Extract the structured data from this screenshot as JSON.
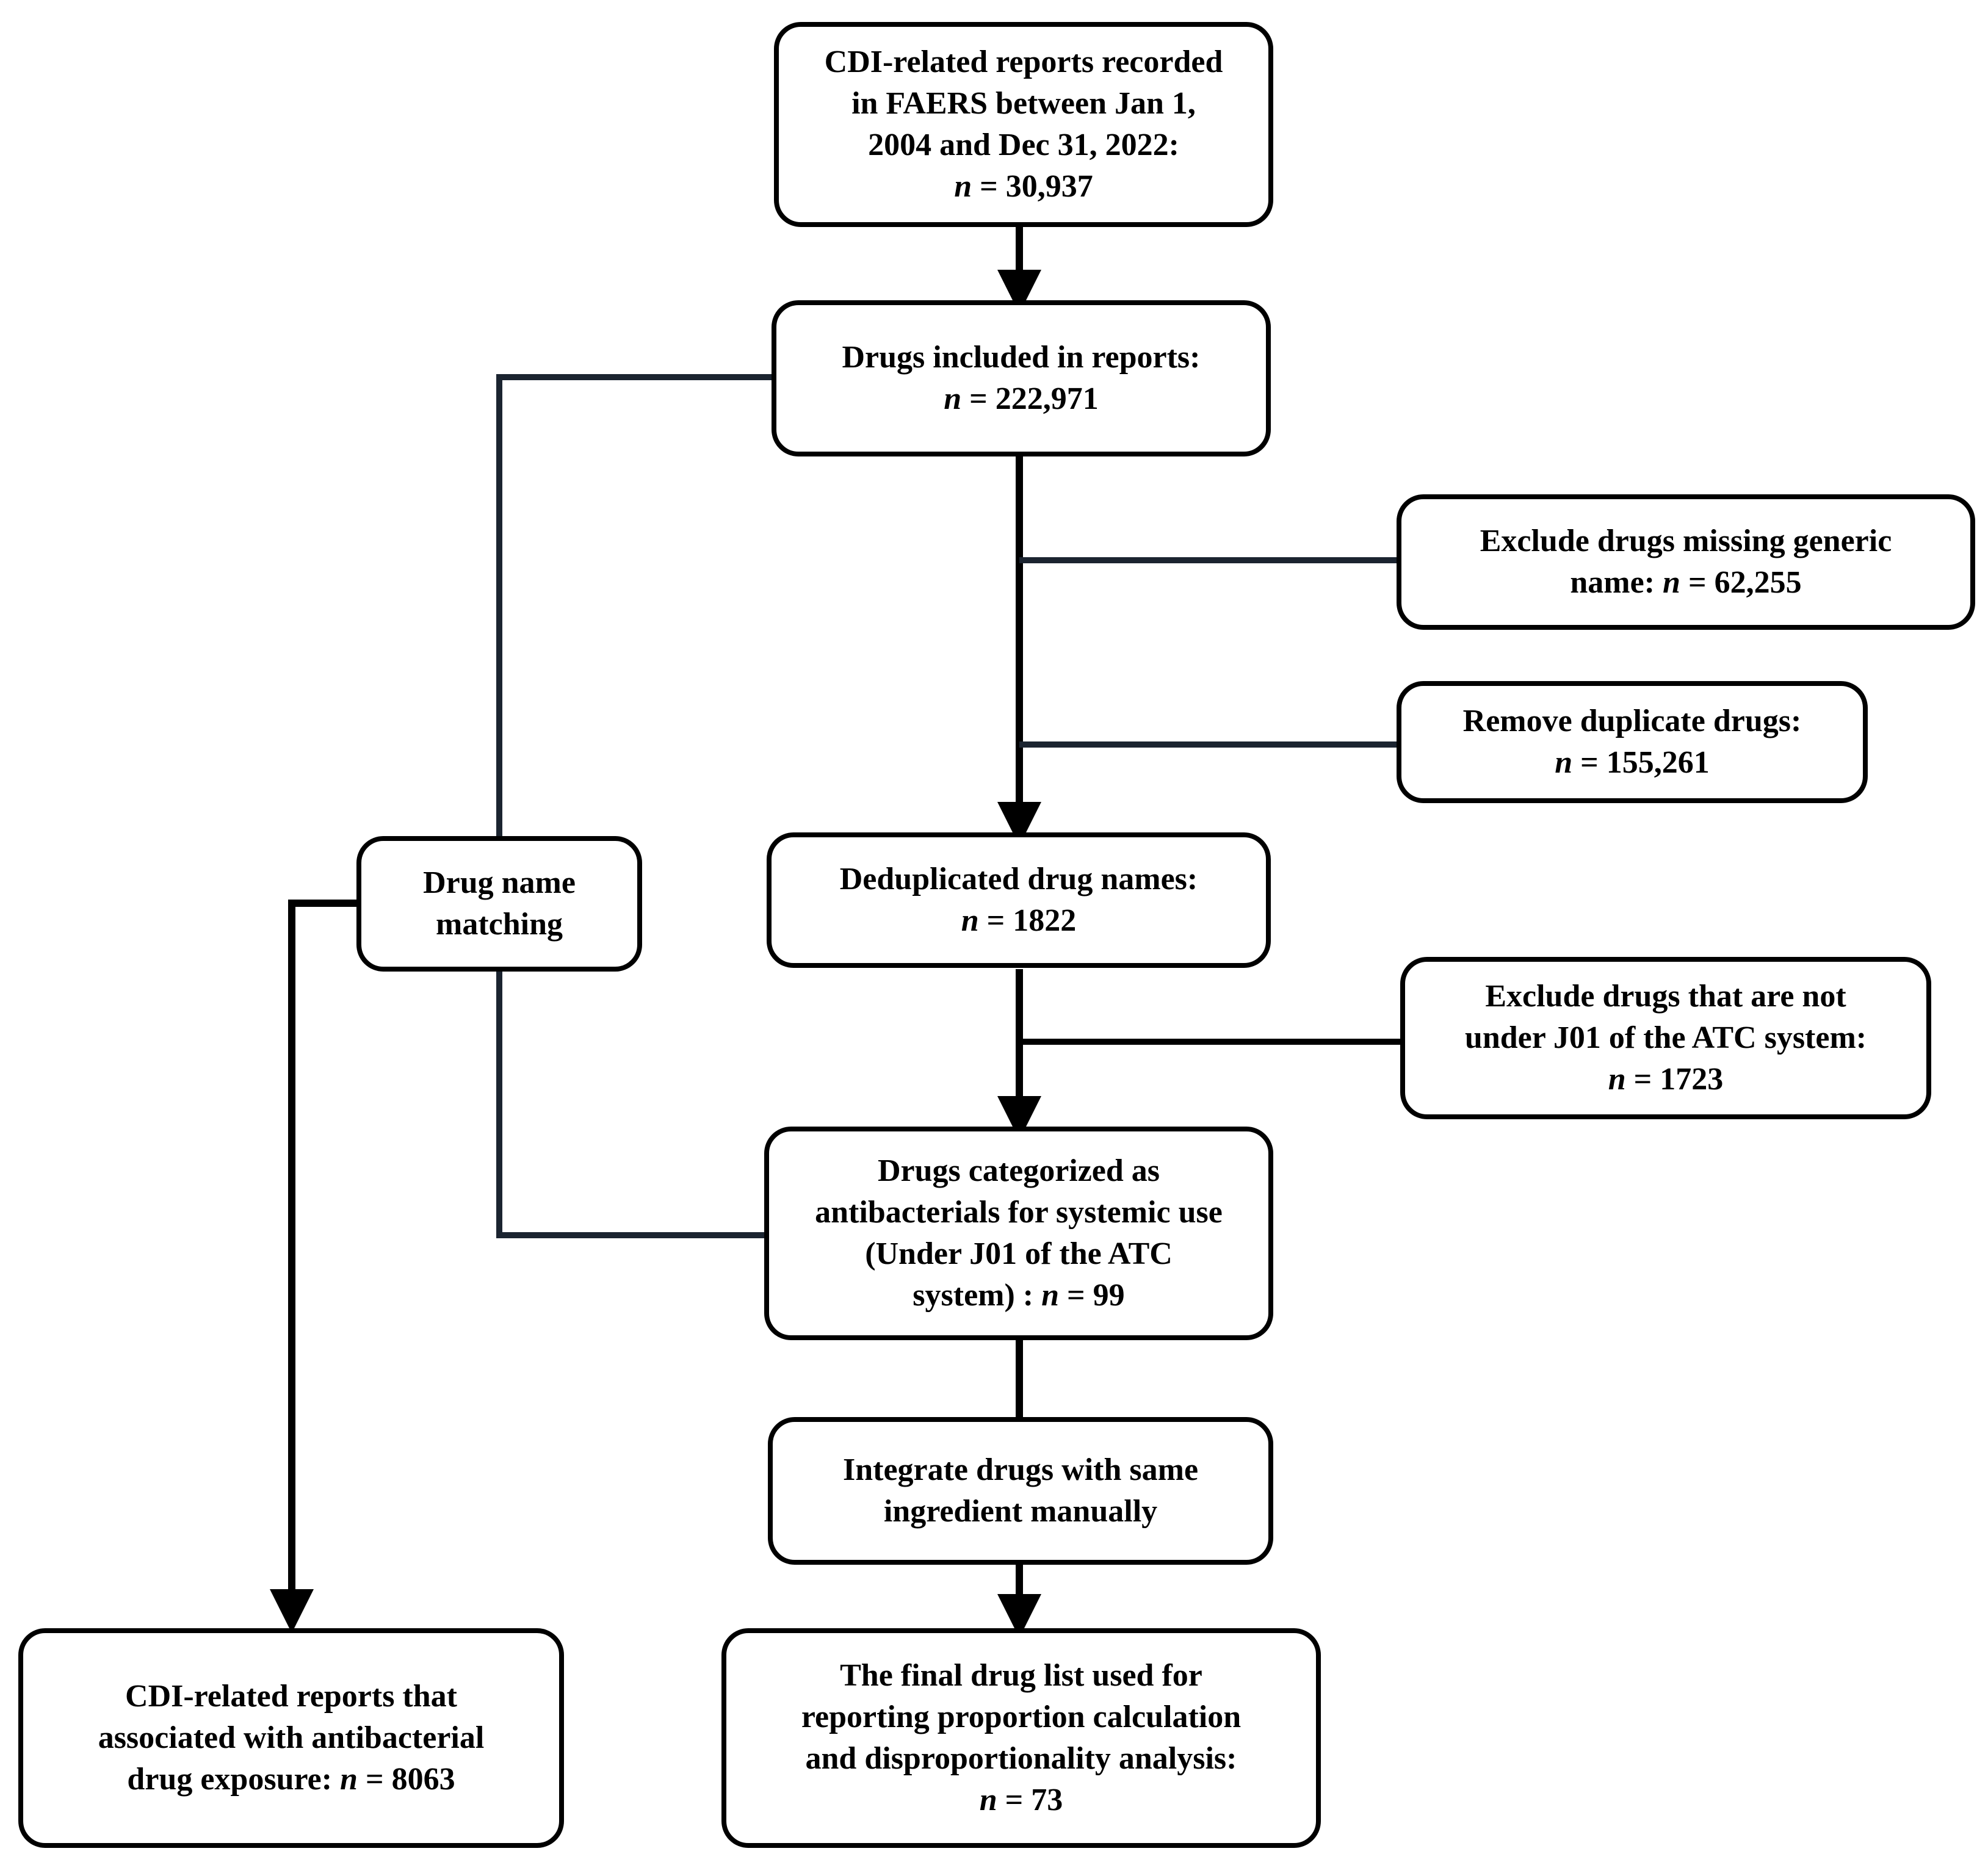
{
  "boxes": {
    "faers_reports": {
      "lines": [
        "CDI-related reports recorded",
        "in FAERS between Jan 1,",
        "2004 and Dec 31, 2022:"
      ],
      "n_prefix": "",
      "n_label": "n",
      "n_value": " = 30,937"
    },
    "drugs_included": {
      "lines": [
        "Drugs included in reports:"
      ],
      "n_prefix": "",
      "n_label": "n",
      "n_value": " = 222,971"
    },
    "exclude_generic": {
      "lines": [
        "Exclude drugs missing generic"
      ],
      "n_prefix": "name: ",
      "n_label": "n",
      "n_value": " = 62,255"
    },
    "remove_duplicate": {
      "lines": [
        "Remove duplicate drugs:"
      ],
      "n_prefix": "",
      "n_label": "n",
      "n_value": " = 155,261"
    },
    "drug_name_matching": {
      "lines": [
        "Drug name",
        "matching"
      ]
    },
    "deduplicated": {
      "lines": [
        "Deduplicated drug names:"
      ],
      "n_prefix": "",
      "n_label": "n",
      "n_value": " = 1822"
    },
    "exclude_non_j01": {
      "lines": [
        "Exclude drugs that are not",
        "under J01 of the ATC system:"
      ],
      "n_prefix": "",
      "n_label": "n",
      "n_value": " = 1723"
    },
    "antibacterials": {
      "lines": [
        "Drugs categorized as",
        "antibacterials for systemic use",
        "(Under J01 of the ATC"
      ],
      "n_prefix": "system) : ",
      "n_label": "n",
      "n_value": " = 99"
    },
    "integrate": {
      "lines": [
        "Integrate drugs with same",
        "ingredient manually"
      ]
    },
    "final_list": {
      "lines": [
        "The final drug list used for",
        "reporting proportion calculation",
        "and disproportionality analysis:"
      ],
      "n_prefix": "",
      "n_label": "n",
      "n_value": " = 73"
    },
    "cdi_antibacterial": {
      "lines": [
        "CDI-related reports that",
        "associated with antibacterial"
      ],
      "n_prefix": "drug exposure: ",
      "n_label": "n",
      "n_value": " = 8063"
    }
  },
  "colors": {
    "border": "#000000",
    "arrow": "#000000",
    "connector": "#1b2430",
    "background": "#ffffff"
  }
}
